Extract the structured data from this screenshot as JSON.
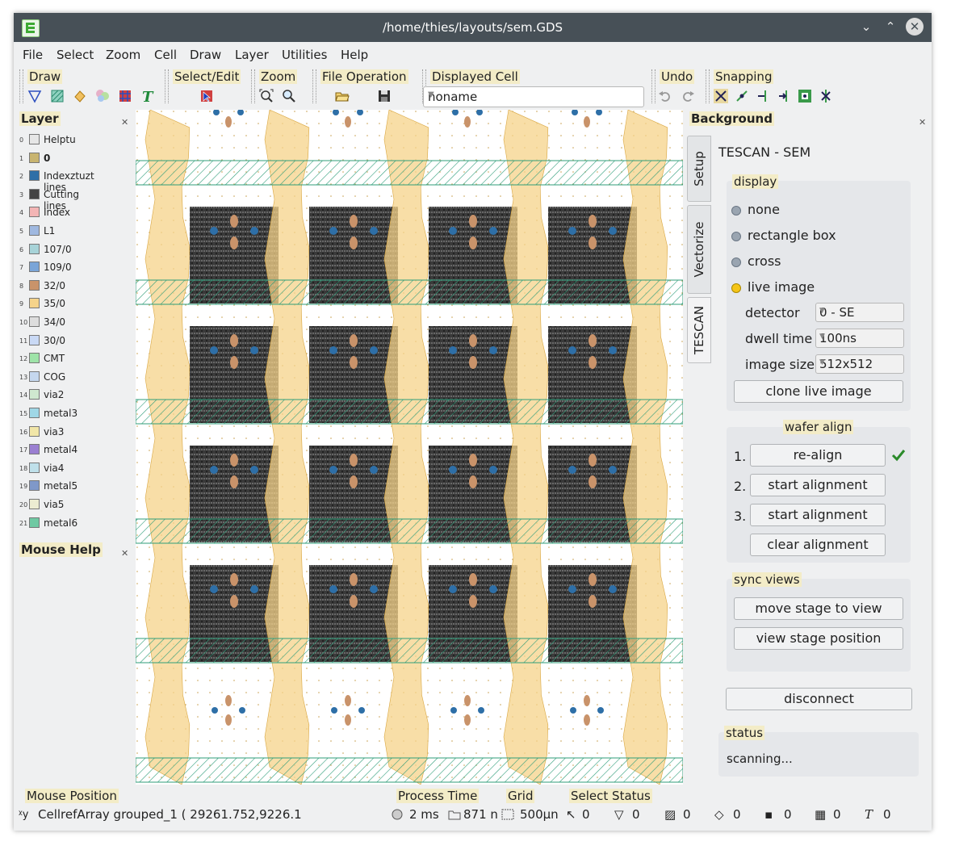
{
  "window": {
    "title": "/home/thies/layouts/sem.GDS"
  },
  "menu": [
    "File",
    "Select",
    "Zoom",
    "Cell",
    "Draw",
    "Layer",
    "Utilities",
    "Help"
  ],
  "toolbars": {
    "draw": "Draw",
    "select_edit": "Select/Edit",
    "zoom": "Zoom",
    "file_operation": "File Operation",
    "displayed_cell": "Displayed Cell",
    "displayed_cell_value": "noname",
    "undo": "Undo",
    "snapping": "Snapping"
  },
  "layer_panel": {
    "title": "Layer",
    "layers": [
      {
        "num": "0",
        "name": "Helptu",
        "color": "#e6e6e6"
      },
      {
        "num": "1",
        "name": "0",
        "color": "#c8b470"
      },
      {
        "num": "2",
        "name": "Indexztuzt lines",
        "color": "#2e6fa7"
      },
      {
        "num": "3",
        "name": "Cutting lines",
        "color": "#444444"
      },
      {
        "num": "4",
        "name": "Index",
        "color": "#f3b5b5"
      },
      {
        "num": "5",
        "name": "L1",
        "color": "#9fb8e0"
      },
      {
        "num": "6",
        "name": "107/0",
        "color": "#a7d3d8"
      },
      {
        "num": "7",
        "name": "109/0",
        "color": "#7aa5d8"
      },
      {
        "num": "8",
        "name": "32/0",
        "color": "#c9936a"
      },
      {
        "num": "9",
        "name": "35/0",
        "color": "#f5d38a"
      },
      {
        "num": "10",
        "name": "34/0",
        "color": "#dddddd"
      },
      {
        "num": "11",
        "name": "30/0",
        "color": "#c9d9f5"
      },
      {
        "num": "12",
        "name": "CMT",
        "color": "#9ee3a8"
      },
      {
        "num": "13",
        "name": "COG",
        "color": "#c5d7ee"
      },
      {
        "num": "14",
        "name": "via2",
        "color": "#cfe8cf"
      },
      {
        "num": "15",
        "name": "metal3",
        "color": "#9fd7e6"
      },
      {
        "num": "16",
        "name": "via3",
        "color": "#f1e6a8"
      },
      {
        "num": "17",
        "name": "metal4",
        "color": "#9a7fd1"
      },
      {
        "num": "18",
        "name": "via4",
        "color": "#bfe0ea"
      },
      {
        "num": "19",
        "name": "metal5",
        "color": "#7f98c9"
      },
      {
        "num": "20",
        "name": "via5",
        "color": "#ececd2"
      },
      {
        "num": "21",
        "name": "metal6",
        "color": "#6fc9a3"
      }
    ],
    "mouse_help_title": "Mouse Help"
  },
  "background_panel": {
    "title": "Background",
    "tabs": [
      "Setup",
      "Vectorize",
      "TESCAN"
    ],
    "heading": "TESCAN - SEM",
    "display_label": "display",
    "radios": [
      "none",
      "rectangle box",
      "cross",
      "live image"
    ],
    "selected_radio": "live image",
    "detector_label": "detector",
    "detector_value": "0 - SE",
    "dwell_label": "dwell time",
    "dwell_value": "100ns",
    "size_label": "image size",
    "size_value": "512x512",
    "clone_button": "clone live image",
    "wafer_label": "wafer align",
    "align_steps": [
      {
        "n": "1.",
        "label": "re-align"
      },
      {
        "n": "2.",
        "label": "start alignment"
      },
      {
        "n": "3.",
        "label": "start alignment"
      }
    ],
    "clear_button": "clear alignment",
    "sync_label": "sync views",
    "move_button": "move stage to view",
    "view_button": "view stage position",
    "disconnect_button": "disconnect",
    "status_label": "status",
    "status_value": "scanning..."
  },
  "statusbar": {
    "mouse_position_label": "Mouse Position",
    "mouse_position_value": "CellrefArray grouped_1   ( 29261.752,9226.1",
    "process_time_label": "Process Time",
    "process_time_value": "2 ms",
    "process_extra": "871 n",
    "grid_label": "Grid",
    "grid_value": "500µn",
    "select_status_label": "Select Status",
    "select_counts": [
      "0",
      "0",
      "0",
      "0",
      "0",
      "0",
      "0"
    ]
  },
  "colors": {
    "titlebar": "#475057",
    "label_highlight": "#f3ecc7",
    "yellow_layer": "#f5d38a",
    "teal_layer": "#6fc9a3"
  }
}
